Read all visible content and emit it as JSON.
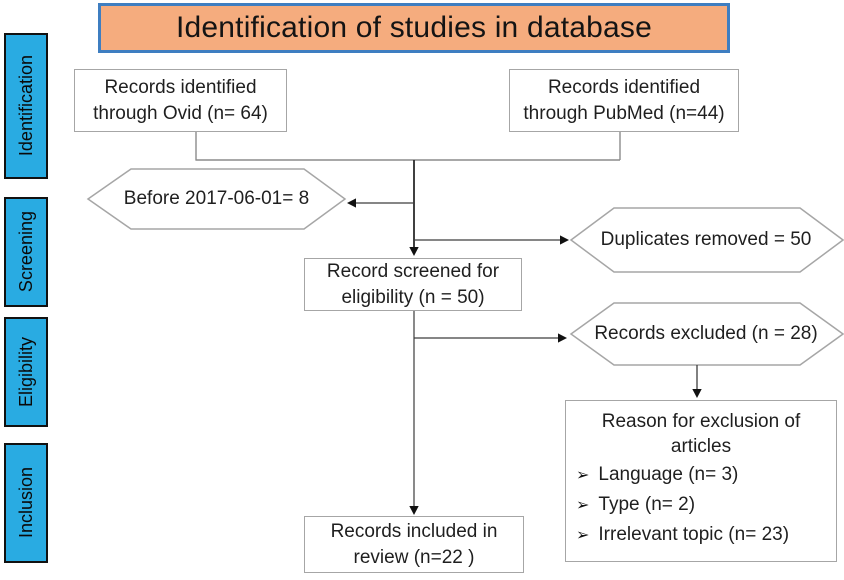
{
  "title": "Identification of studies in database",
  "sidebar": {
    "items": [
      {
        "label": "Identification"
      },
      {
        "label": "Screening"
      },
      {
        "label": "Eligibility"
      },
      {
        "label": "Inclusion"
      }
    ]
  },
  "boxes": {
    "ovid": "Records identified through Ovid (n= 64)",
    "pubmed": "Records identified through PubMed (n=44)",
    "before": "Before 2017-06-01= 8",
    "duplicates": "Duplicates removed = 50",
    "screened": "Record screened for eligibility (n = 50)",
    "excluded": "Records excluded (n = 28)",
    "included": "Records included in review (n=22 )",
    "reason": {
      "heading": "Reason for exclusion of articles",
      "bullet_glyph": "➢",
      "bullets": [
        "Language (n= 3)",
        "Type (n= 2)",
        "Irrelevant topic (n= 23)"
      ]
    }
  },
  "colors": {
    "title_fill": "#F5AC7E",
    "title_border": "#3E7EC1",
    "sidebar_fill": "#29ABE2",
    "box_border": "#A6A6A6",
    "connector": "#4A4A4A"
  }
}
